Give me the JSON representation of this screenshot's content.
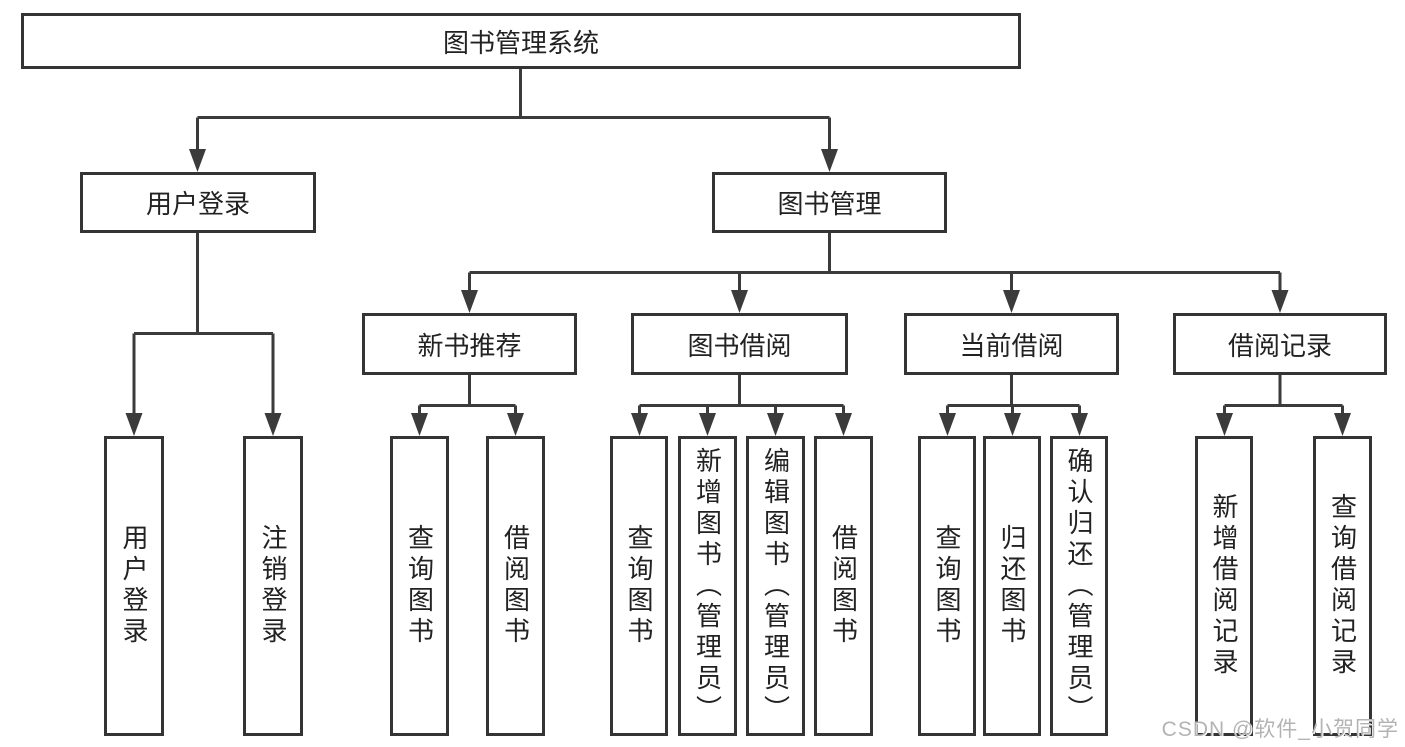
{
  "tree": {
    "label": "图书管理系统",
    "children": [
      {
        "label": "用户登录",
        "children": [
          {
            "label": "用户登录"
          },
          {
            "label": "注销登录"
          }
        ]
      },
      {
        "label": "图书管理",
        "children": [
          {
            "label": "新书推荐",
            "children": [
              {
                "label": "查询图书"
              },
              {
                "label": "借阅图书"
              }
            ]
          },
          {
            "label": "图书借阅",
            "children": [
              {
                "label": "查询图书"
              },
              {
                "label": "新增图书（管理员）"
              },
              {
                "label": "编辑图书（管理员）"
              },
              {
                "label": "借阅图书"
              }
            ]
          },
          {
            "label": "当前借阅",
            "children": [
              {
                "label": "查询图书"
              },
              {
                "label": "归还图书"
              },
              {
                "label": "确认归还（管理员）"
              }
            ]
          },
          {
            "label": "借阅记录",
            "children": [
              {
                "label": "新增借阅记录"
              },
              {
                "label": "查询借阅记录"
              }
            ]
          }
        ]
      }
    ]
  },
  "watermark": "CSDN @软件_小贺同学",
  "colors": {
    "background": "#ffffff",
    "line": "#3b3b3b",
    "box_border": "#343434",
    "text": "#222222",
    "watermark": "#b3b3b3"
  }
}
